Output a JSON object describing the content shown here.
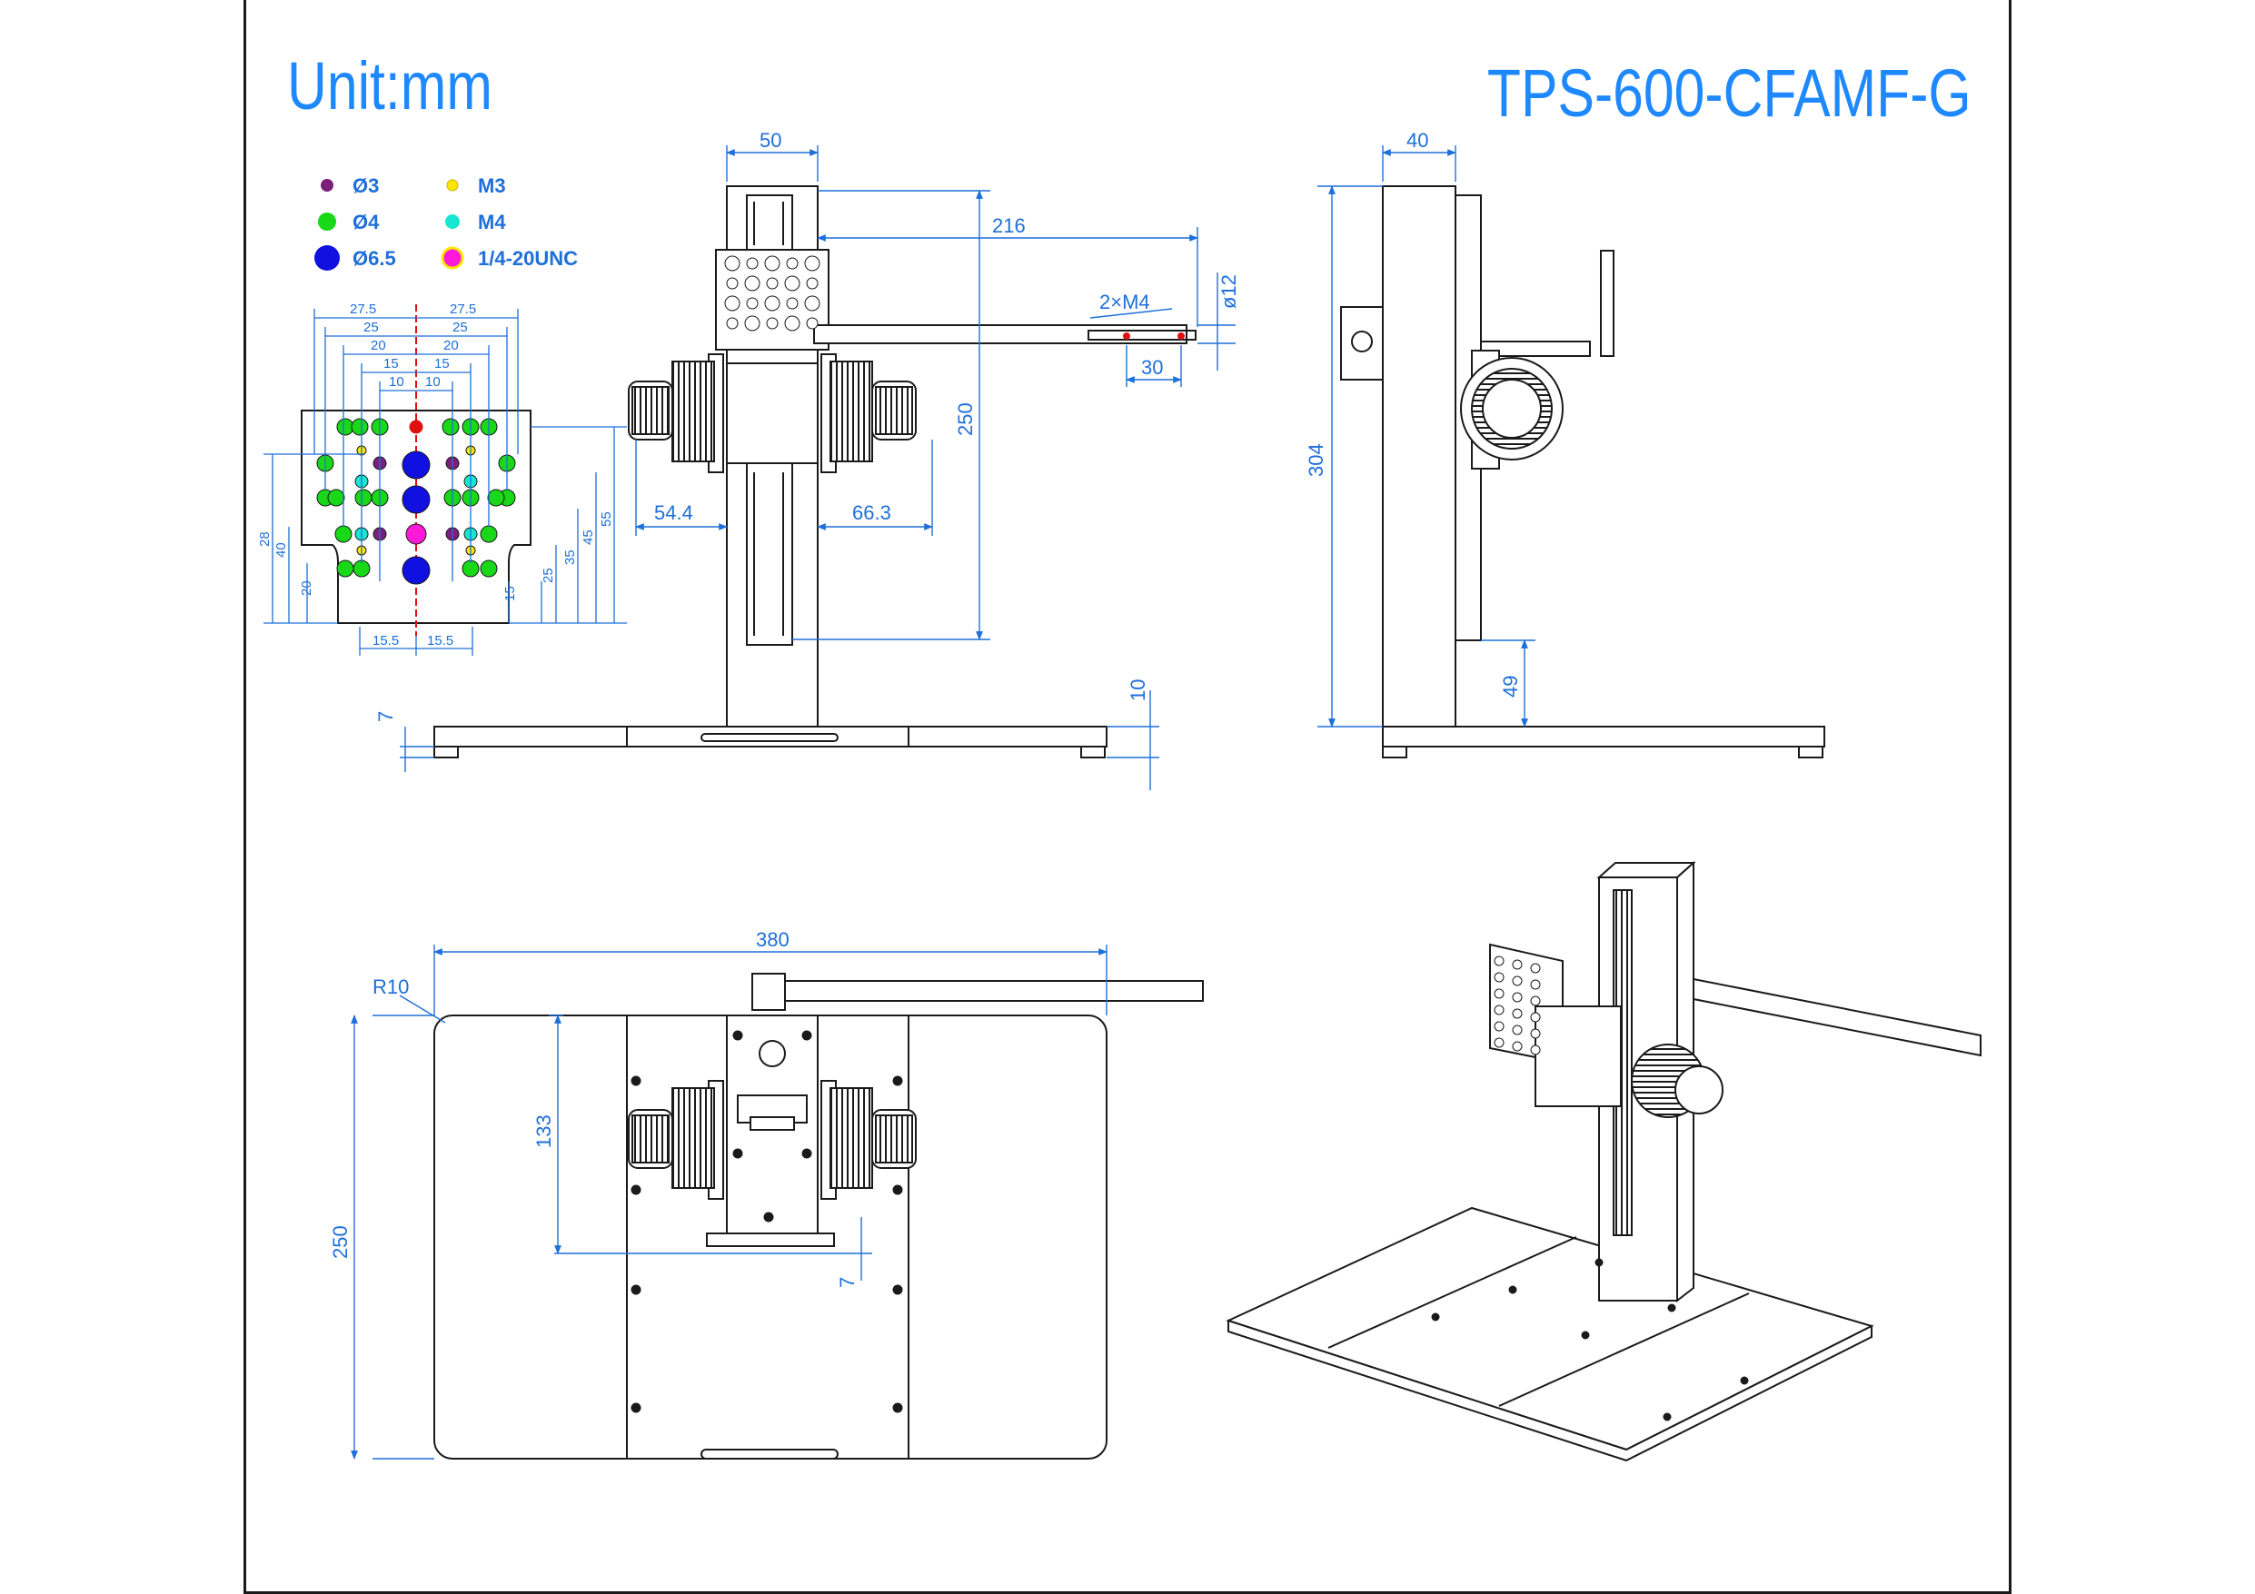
{
  "header": {
    "unit_label": "Unit:mm",
    "model_label": "TPS-600-CFAMF-G"
  },
  "legend": [
    {
      "label": "Ø3",
      "color": "#7b1f7b",
      "icon": "purple-dot-icon"
    },
    {
      "label": "M3",
      "color": "#ffe600",
      "icon": "yellow-dot-icon"
    },
    {
      "label": "Ø4",
      "color": "#18d818",
      "icon": "green-dot-icon"
    },
    {
      "label": "M4",
      "color": "#19e6d0",
      "icon": "cyan-dot-icon"
    },
    {
      "label": "Ø6.5",
      "color": "#1010e0",
      "icon": "blue-dot-icon"
    },
    {
      "label": "1/4-20UNC",
      "color": "#ff1ad9",
      "icon": "magenta-dot-icon"
    }
  ],
  "plate_dims": {
    "top": [
      "27.5",
      "27.5",
      "25",
      "25",
      "20",
      "20",
      "15",
      "15",
      "10",
      "10"
    ],
    "left": [
      "28",
      "40",
      "20"
    ],
    "right": [
      "15",
      "25",
      "35",
      "45",
      "55"
    ],
    "bottom": [
      "15.5",
      "15.5"
    ]
  },
  "front_view": {
    "col_width": "50",
    "arm_length": "216",
    "tip_dia": "ø12",
    "tip_thread": "2×M4",
    "tip_spacing": "30",
    "height": "250",
    "left_offset": "54.4",
    "right_offset": "66.3",
    "base_height": "10",
    "foot_height": "7"
  },
  "side_view": {
    "col_depth": "40",
    "total_height": "304",
    "low_offset": "49"
  },
  "top_view": {
    "width": "380",
    "radius": "R10",
    "depth": "250",
    "offset": "133",
    "small": "7"
  },
  "colors": {
    "dimension": "#1e6fd9",
    "title": "#1e88ff",
    "line": "#1a1a1a",
    "marker": "#e01010"
  }
}
